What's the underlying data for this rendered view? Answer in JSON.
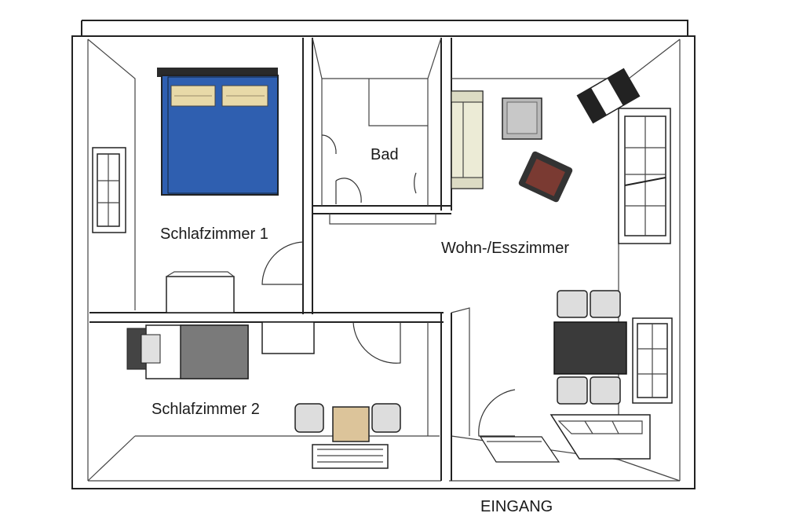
{
  "rooms": {
    "schlafzimmer1": "Schlafzimmer 1",
    "bad": "Bad",
    "wohn": "Wohn-/Esszimmer",
    "schlafzimmer2": "Schlafzimmer 2"
  },
  "entrance": "EINGANG",
  "colors": {
    "bed_blue": "#2f5fb0",
    "bed_grey": "#7a7a7a",
    "pillow": "#e8d9a8",
    "table_dark": "#3a3a3a",
    "chair_red": "#7a3a32",
    "sofa": "#ecebd6",
    "desk_wood": "#dcc49a"
  }
}
